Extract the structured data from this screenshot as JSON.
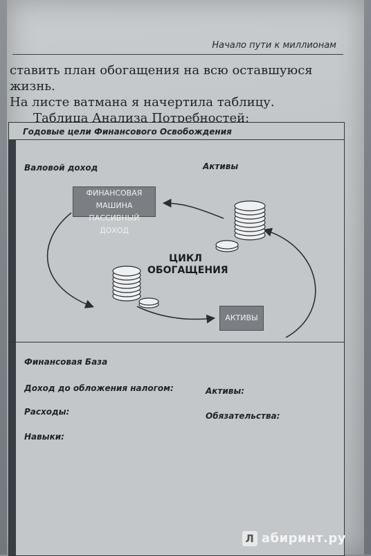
{
  "header": {
    "running_head": "Начало пути к миллионам"
  },
  "body": {
    "line1": "ставить план обогащения на всю оставшуюся жизнь.",
    "line2": "На листе ватмана я начертила таблицу.",
    "line3": "Таблица Анализа Потребностей:"
  },
  "figure": {
    "top_label": "Годовые цели Финансового Освобождения",
    "gross_income_label": "Валовой доход",
    "assets_label_top": "Активы",
    "machine_box_line1": "ФИНАНСОВАЯ МАШИНА",
    "machine_box_line2": "ПАССИВНЫЙ ДОХОД",
    "cycle_title_line1": "ЦИКЛ",
    "cycle_title_line2": "ОБОГАЩЕНИЯ",
    "assets_box": "АКТИВЫ",
    "base_label": "Финансовая База",
    "pretax_income_label": "Доход до обложения налогом:",
    "assets_label_bottom": "Активы:",
    "expenses_label": "Расходы:",
    "liabilities_label": "Обязательства:",
    "skills_label": "Навыки:"
  },
  "watermark": {
    "text": "абиринт.ру",
    "icon_letter": "Л"
  }
}
